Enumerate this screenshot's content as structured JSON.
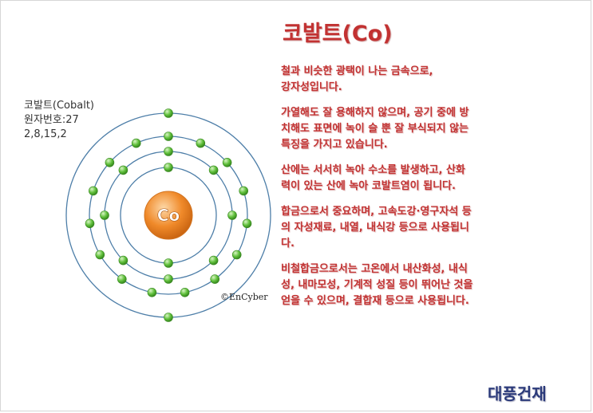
{
  "title": "코발트(Co)",
  "diagram": {
    "caption_line1": "코발트(Cobalt)",
    "caption_line2": "원자번호:27",
    "caption_line3": "2,8,15,2",
    "nucleus_label": "Co",
    "shells": [
      2,
      8,
      15,
      2
    ],
    "copyright": "©EnCyber",
    "colors": {
      "nucleus": "#f08a2a",
      "electron": "#5fbf3a",
      "orbit": "#4d7ea8"
    }
  },
  "paragraphs": [
    {
      "lines": [
        " 철과 비슷한 광택이 나는 금속으로,",
        "강자성입니다."
      ]
    },
    {
      "lines": [
        " 가열해도 잘 용해하지 않으며, 공기 중에 방",
        "치해도 표면에 녹이  슬 뿐 잘 부식되지 않는",
        "특징을 가지고 있습니다."
      ]
    },
    {
      "lines": [
        " 산에는 서서히 녹아 수소를 발생하고, 산화",
        "력이 있는 산에 녹아 코발트염이 됩니다."
      ]
    },
    {
      "lines": [
        " 합금으로서 중요하며, 고속도강·영구자석 등",
        "의 자성재료, 내열, 내식강 등으로 사용됩니",
        "다."
      ]
    },
    {
      "lines": [
        " 비철합금으로서는 고온에서 내산화성, 내식",
        "성, 내마모성, 기계적 성질 등이 뛰어난 것을",
        "얻을 수 있으며, 결합재 등으로 사용됩니다."
      ]
    }
  ],
  "brand": "대풍건재",
  "colors": {
    "text_red": "#c23232",
    "brand_blue": "#2b3a7a"
  }
}
